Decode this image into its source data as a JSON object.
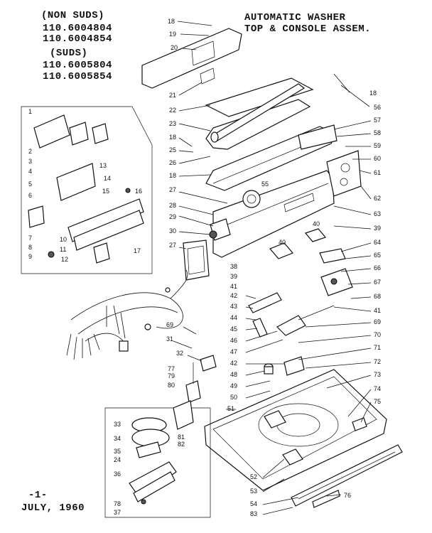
{
  "header": {
    "models_line1": "(NON SUDS)",
    "models_line2": "110.6004804",
    "models_line3": "110.6004854",
    "models_line4": "(SUDS)",
    "models_line5": "110.6005804",
    "models_line6": "110.6005854",
    "title_line1": "AUTOMATIC WASHER",
    "title_line2": "TOP & CONSOLE ASSEM."
  },
  "footer": {
    "page": "-1-",
    "date": "JULY, 1960"
  },
  "parts": [
    {
      "id": "18",
      "text": "18"
    },
    {
      "id": "19",
      "text": "19"
    },
    {
      "id": "20",
      "text": "20"
    },
    {
      "id": "21",
      "text": "21"
    },
    {
      "id": "22",
      "text": "22"
    },
    {
      "id": "23",
      "text": "23"
    },
    {
      "id": "18b",
      "text": "18"
    },
    {
      "id": "25",
      "text": "25"
    },
    {
      "id": "26",
      "text": "26"
    },
    {
      "id": "18c",
      "text": "18"
    },
    {
      "id": "27",
      "text": "27"
    },
    {
      "id": "28",
      "text": "28"
    },
    {
      "id": "29",
      "text": "29"
    },
    {
      "id": "30",
      "text": "30"
    },
    {
      "id": "27b",
      "text": "27"
    },
    {
      "id": "38",
      "text": "38"
    },
    {
      "id": "39",
      "text": "39"
    },
    {
      "id": "41",
      "text": "41"
    },
    {
      "id": "42",
      "text": "42"
    },
    {
      "id": "43",
      "text": "43"
    },
    {
      "id": "44",
      "text": "44"
    },
    {
      "id": "45",
      "text": "45"
    },
    {
      "id": "46",
      "text": "46"
    },
    {
      "id": "47",
      "text": "47"
    },
    {
      "id": "42b",
      "text": "42"
    },
    {
      "id": "48",
      "text": "48"
    },
    {
      "id": "49",
      "text": "49"
    },
    {
      "id": "50",
      "text": "50"
    },
    {
      "id": "51",
      "text": "51"
    },
    {
      "id": "69",
      "text": "69"
    },
    {
      "id": "31",
      "text": "31"
    },
    {
      "id": "32",
      "text": "32"
    },
    {
      "id": "77",
      "text": "77"
    },
    {
      "id": "79",
      "text": "79"
    },
    {
      "id": "80",
      "text": "80"
    },
    {
      "id": "81",
      "text": "81"
    },
    {
      "id": "82",
      "text": "82"
    },
    {
      "id": "33",
      "text": "33"
    },
    {
      "id": "34",
      "text": "34"
    },
    {
      "id": "35",
      "text": "35"
    },
    {
      "id": "24",
      "text": "24"
    },
    {
      "id": "36",
      "text": "36"
    },
    {
      "id": "78",
      "text": "78"
    },
    {
      "id": "37",
      "text": "37"
    },
    {
      "id": "18r",
      "text": "18"
    },
    {
      "id": "56",
      "text": "56"
    },
    {
      "id": "57",
      "text": "57"
    },
    {
      "id": "58",
      "text": "58"
    },
    {
      "id": "59",
      "text": "59"
    },
    {
      "id": "60",
      "text": "60"
    },
    {
      "id": "61",
      "text": "61"
    },
    {
      "id": "62",
      "text": "62"
    },
    {
      "id": "63",
      "text": "63"
    },
    {
      "id": "55",
      "text": "55"
    },
    {
      "id": "39r",
      "text": "39"
    },
    {
      "id": "40",
      "text": "40"
    },
    {
      "id": "40b",
      "text": "40"
    },
    {
      "id": "64",
      "text": "64"
    },
    {
      "id": "65",
      "text": "65"
    },
    {
      "id": "66",
      "text": "66"
    },
    {
      "id": "67",
      "text": "67"
    },
    {
      "id": "68",
      "text": "68"
    },
    {
      "id": "41r",
      "text": "41"
    },
    {
      "id": "69r",
      "text": "69"
    },
    {
      "id": "70",
      "text": "70"
    },
    {
      "id": "71",
      "text": "71"
    },
    {
      "id": "72",
      "text": "72"
    },
    {
      "id": "73",
      "text": "73"
    },
    {
      "id": "74",
      "text": "74"
    },
    {
      "id": "75",
      "text": "75"
    },
    {
      "id": "76",
      "text": "76"
    },
    {
      "id": "52",
      "text": "52"
    },
    {
      "id": "53",
      "text": "53"
    },
    {
      "id": "54",
      "text": "54"
    },
    {
      "id": "83",
      "text": "83"
    },
    {
      "id": "i1",
      "text": "1"
    },
    {
      "id": "i2",
      "text": "2"
    },
    {
      "id": "i3",
      "text": "3"
    },
    {
      "id": "i4",
      "text": "4"
    },
    {
      "id": "i5",
      "text": "5"
    },
    {
      "id": "i6",
      "text": "6"
    },
    {
      "id": "i7",
      "text": "7"
    },
    {
      "id": "i8",
      "text": "8"
    },
    {
      "id": "i9",
      "text": "9"
    },
    {
      "id": "i10",
      "text": "10"
    },
    {
      "id": "i11",
      "text": "11"
    },
    {
      "id": "i12",
      "text": "12"
    },
    {
      "id": "i13",
      "text": "13"
    },
    {
      "id": "i14",
      "text": "14"
    },
    {
      "id": "i15",
      "text": "15"
    },
    {
      "id": "i16",
      "text": "16"
    },
    {
      "id": "i17",
      "text": "17"
    }
  ]
}
